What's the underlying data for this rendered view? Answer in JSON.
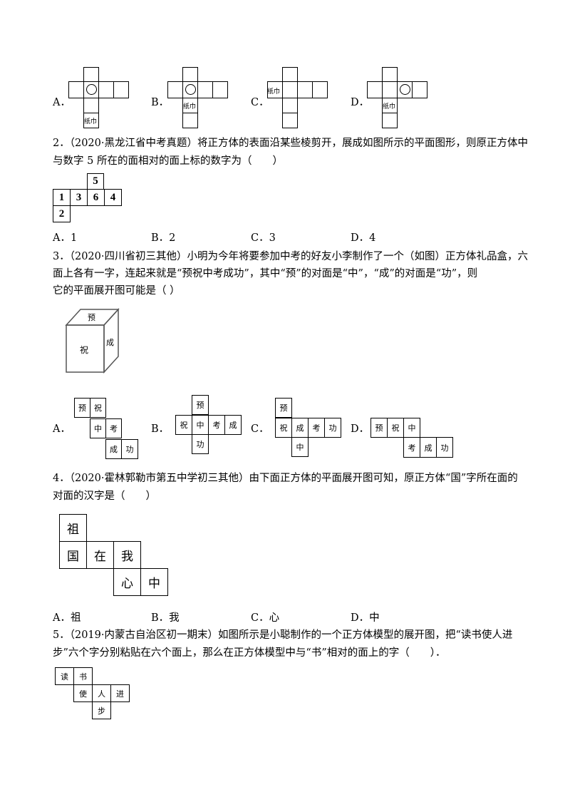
{
  "q1": {
    "options": [
      {
        "letter": "A．",
        "label": "纸巾"
      },
      {
        "letter": "B．",
        "label": "纸巾"
      },
      {
        "letter": "C．",
        "label": "纸巾"
      },
      {
        "letter": "D．",
        "label": "纸巾"
      }
    ]
  },
  "q2": {
    "line1": "2．（2020·黑龙江省中考真题）将正方体的表面沿某些棱剪开，展成如图所示的平面图形，则原正方体中",
    "line2": "与数字 5 所在的面相对的面上标的数字为（　　）",
    "net": [
      "5",
      "1",
      "3",
      "6",
      "4",
      "2"
    ],
    "options": [
      "A．1",
      "B．2",
      "C．3",
      "D．4"
    ]
  },
  "q3": {
    "line1": "3．（2020·四川省初三其他）小明为今年将要参加中考的好友小李制作了一个（如图）正方体礼品盒，六",
    "line2": "面上各有一字，连起来就是“预祝中考成功”，其中“预”的对面是“中”，“成”的对面是“功”，则",
    "line3": "它的平面展开图可能是（ ）",
    "cube": {
      "top": "预",
      "front": "祝",
      "side": "成"
    },
    "opt_letters": [
      "A．",
      "B．",
      "C．",
      "D．"
    ],
    "netA": [
      "预",
      "祝",
      "中",
      "考",
      "成",
      "功"
    ],
    "netB": [
      "预",
      "祝",
      "中",
      "考",
      "成",
      "功"
    ],
    "netC": [
      "预",
      "祝",
      "成",
      "考",
      "功",
      "中"
    ],
    "netD": [
      "预",
      "祝",
      "中",
      "考",
      "成",
      "功"
    ]
  },
  "q4": {
    "line1": "4．（2020·霍林郭勒市第五中学初三其他）由下面正方体的平面展开图可知，原正方体“国”字所在面的",
    "line2": "对面的汉字是（　　）",
    "net": [
      "祖",
      "国",
      "在",
      "我",
      "心",
      "中"
    ],
    "options": [
      "A．祖",
      "B．我",
      "C．心",
      "D．中"
    ]
  },
  "q5": {
    "line1": "5．（2019·内蒙古自治区初一期末）如图所示是小聪制作的一个正方体模型的展开图，把“读书使人进",
    "line2": "步”六个字分别粘贴在六个面上，那么在正方体模型中与“书”相对的面上的字（　　）．",
    "net": [
      "读",
      "书",
      "使",
      "人",
      "进",
      "步"
    ]
  }
}
